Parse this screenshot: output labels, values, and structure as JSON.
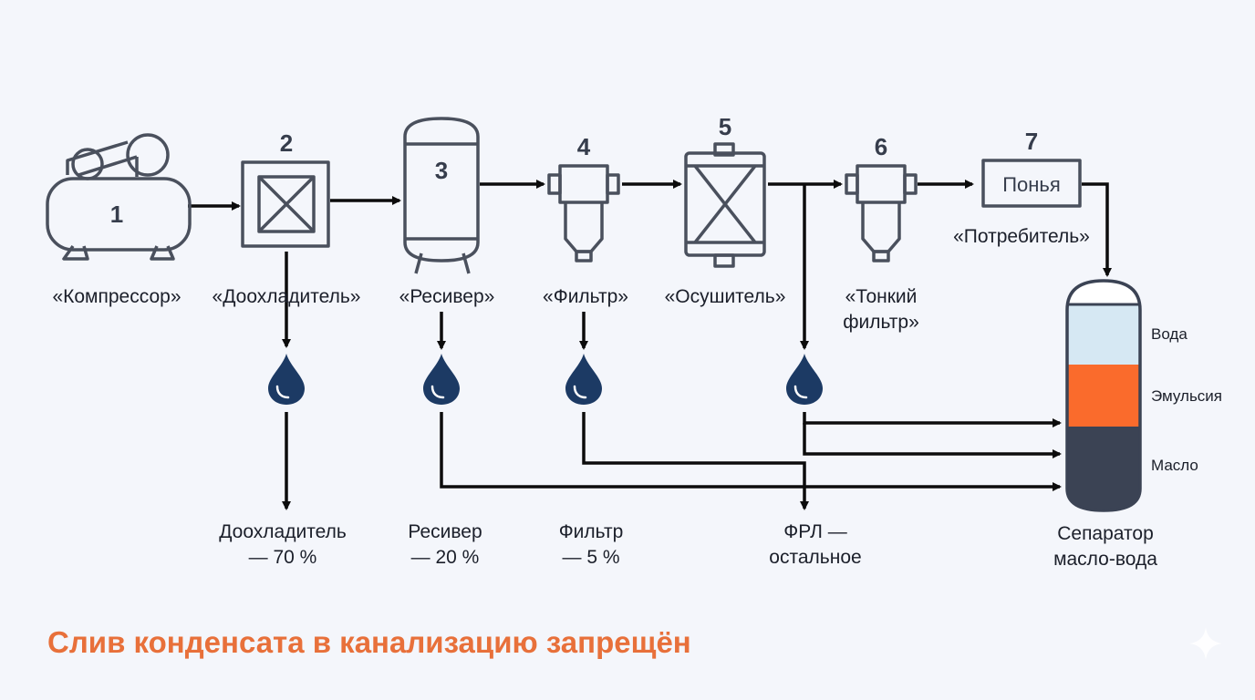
{
  "equipment": [
    {
      "number": "1",
      "label": "«Компрессор»"
    },
    {
      "number": "2",
      "label": "«Доохладитель»"
    },
    {
      "number": "3",
      "label": "«Ресивер»"
    },
    {
      "number": "4",
      "label": "«Фильтр»"
    },
    {
      "number": "5",
      "label": "«Осушитель»"
    },
    {
      "number": "6",
      "label_line1": "«Тонкий",
      "label_line2": "фильтр»"
    },
    {
      "number": "7",
      "box_text": "Понья",
      "label": "«Потребитель»"
    }
  ],
  "drains": [
    {
      "line1": "Доохладитель",
      "line2": "— 70 %"
    },
    {
      "line1": "Ресивер",
      "line2": "— 20 %"
    },
    {
      "line1": "Фильтр",
      "line2": "— 5 %"
    },
    {
      "line1": "ФРЛ —",
      "line2": "остальное"
    }
  ],
  "separator": {
    "line1": "Сепаратор",
    "line2": "масло-вода",
    "layers": {
      "top": "Вода",
      "middle": "Эмульсия",
      "bottom": "Масло"
    }
  },
  "warning": "Слив конденсата в канализацию запрещён",
  "colors": {
    "droplet": "#1c3a64",
    "water": "#d6e8f3",
    "emulsion": "#fa6b2c",
    "oil": "#3b4354",
    "warning": "#e8703a",
    "equipment_stroke": "#4a505d"
  }
}
